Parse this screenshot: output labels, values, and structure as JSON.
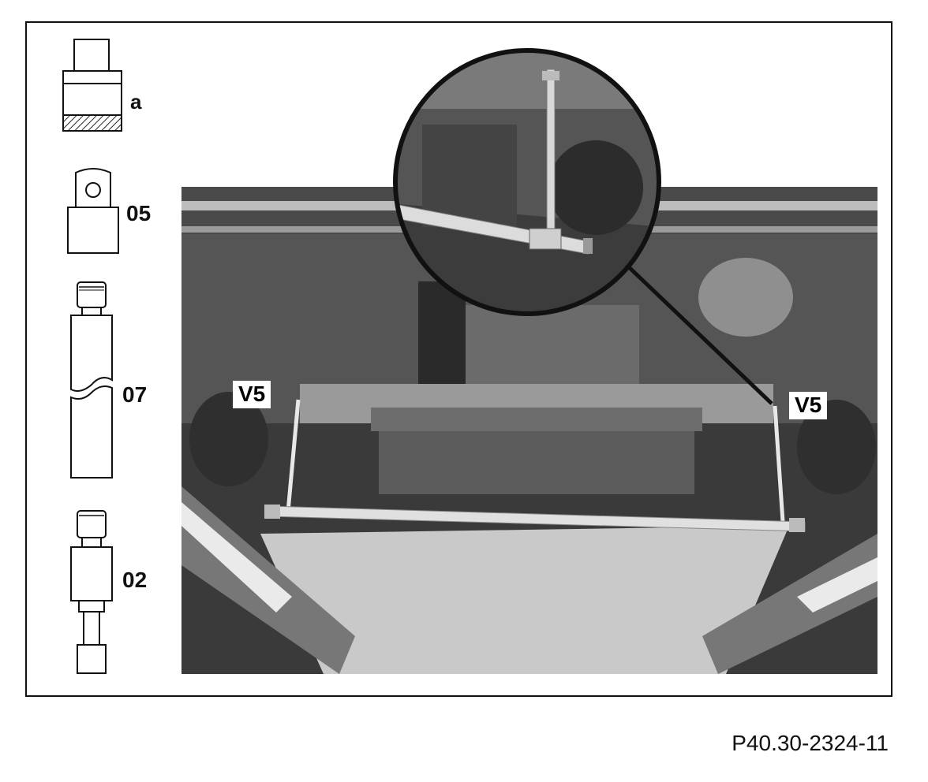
{
  "tools": [
    {
      "id": "a",
      "label": "a"
    },
    {
      "id": "05",
      "label": "05"
    },
    {
      "id": "07",
      "label": "07"
    },
    {
      "id": "02",
      "label": "02"
    }
  ],
  "photo": {
    "callouts": [
      {
        "side": "left",
        "label": "V5"
      },
      {
        "side": "right",
        "label": "V5"
      }
    ]
  },
  "figure_id": "P40.30-2324-11"
}
